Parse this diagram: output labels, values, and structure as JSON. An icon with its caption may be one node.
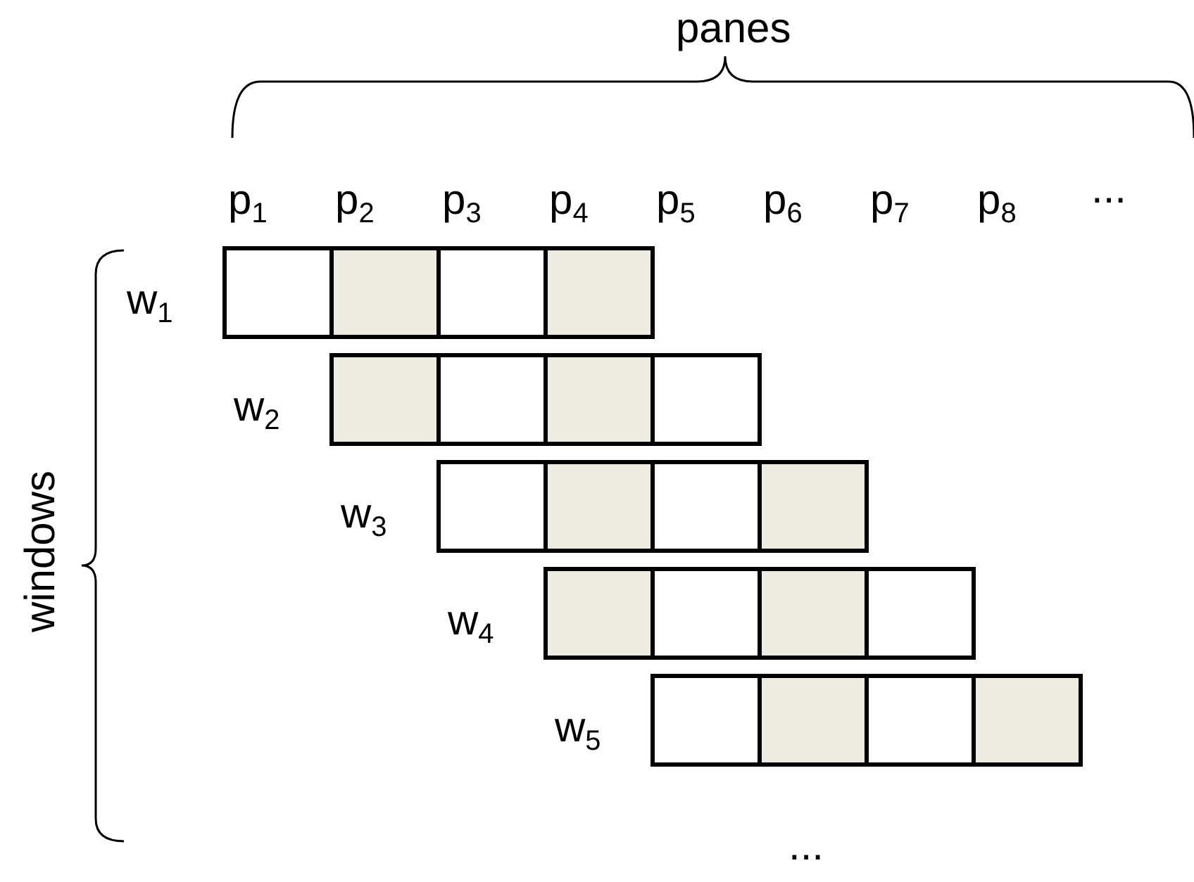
{
  "diagram": {
    "nodes": [
      {
        "text": [],
        "shape": "bar",
        "beside": [
          "w$_{1}$"
        ]
      },
      {
        "text": [],
        "shape": "bar",
        "beside": [
          "w$_{2}$"
        ]
      },
      {
        "text": [],
        "shape": "bar",
        "beside": [
          "w$_{3}$"
        ]
      },
      {
        "text": [],
        "shape": "bar",
        "beside": [
          "w$_{4}$"
        ]
      },
      {
        "text": [],
        "shape": "bar",
        "beside": [
          "w$_{5}$"
        ]
      },
      {
        "text": [],
        "shape": "box",
        "in": 0
      },
      {
        "text": [],
        "shape": "box",
        "in": 0
      },
      {
        "text": [],
        "shape": "box",
        "in": 0
      },
      {
        "text": [],
        "shape": "box",
        "in": 0
      },
      {
        "text": [],
        "shape": "box",
        "in": 1
      },
      {
        "text": [],
        "shape": "box",
        "in": 1
      },
      {
        "text": [],
        "shape": "box",
        "in": 1
      },
      {
        "text": [],
        "shape": "box",
        "in": 1
      },
      {
        "text": [],
        "shape": "box",
        "in": 2
      },
      {
        "text": [],
        "shape": "box",
        "in": 2
      },
      {
        "text": [],
        "shape": "box",
        "in": 2
      },
      {
        "text": [],
        "shape": "box",
        "in": 2
      },
      {
        "text": [],
        "shape": "box",
        "in": 3
      },
      {
        "text": [],
        "shape": "box",
        "in": 3
      },
      {
        "text": [],
        "shape": "box",
        "in": 3
      },
      {
        "text": [],
        "shape": "box",
        "in": 3
      },
      {
        "text": [],
        "shape": "box",
        "in": 4
      },
      {
        "text": [],
        "shape": "box",
        "in": 4
      },
      {
        "text": [],
        "shape": "box",
        "in": 4
      },
      {
        "text": [],
        "shape": "box",
        "in": 4
      }
    ],
    "edges": [],
    "labels": [
      "panes",
      "p$_{1}$",
      "p$_{2}$",
      "p$_{3}$",
      "p$_{4}$",
      "p$_{5}$",
      "p$_{6}$",
      "p$_{7}$",
      "p$_{8}$",
      "...",
      "windows",
      "..."
    ]
  }
}
